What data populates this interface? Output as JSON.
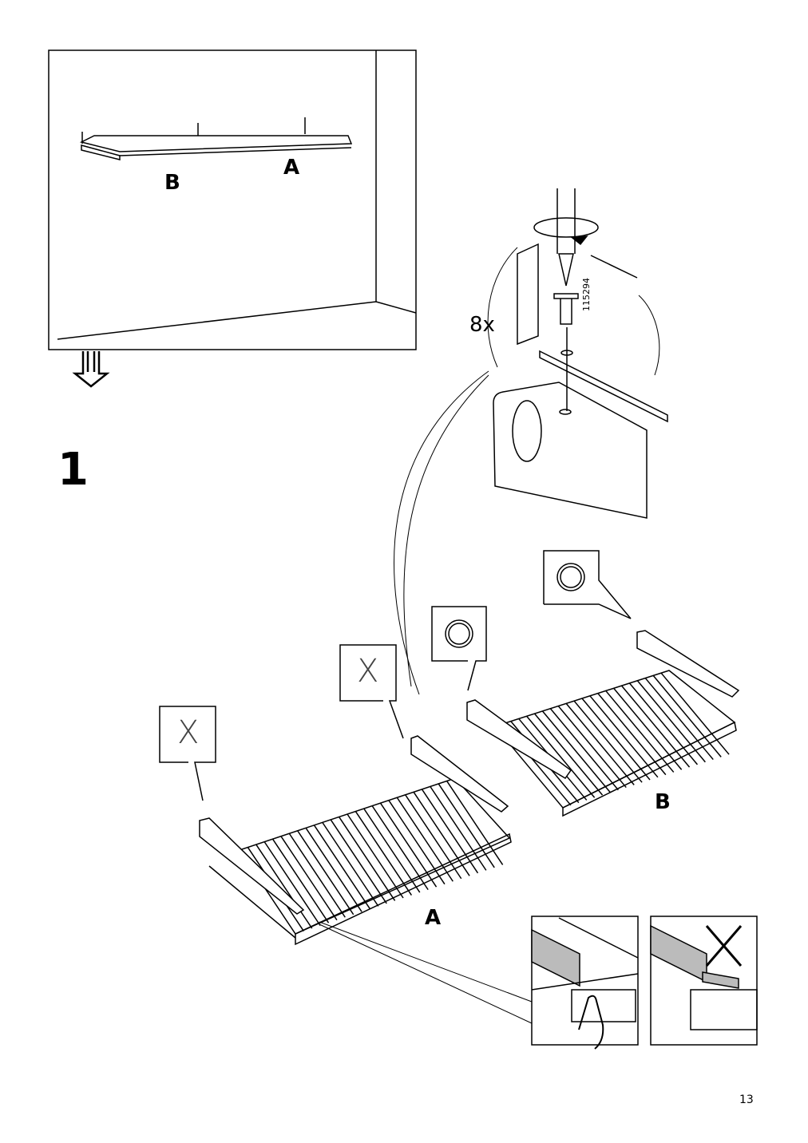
{
  "overview": {
    "label_b": "B",
    "label_a": "A"
  },
  "step": {
    "number": "1"
  },
  "detail": {
    "quantity": "8x",
    "screw_article": "115294"
  },
  "callouts": {
    "wrong_1": "X",
    "wrong_2": "X",
    "ok_icon": "circle-icon"
  },
  "parts": {
    "label_a": "A",
    "label_b": "B"
  },
  "page": {
    "number": "13"
  }
}
